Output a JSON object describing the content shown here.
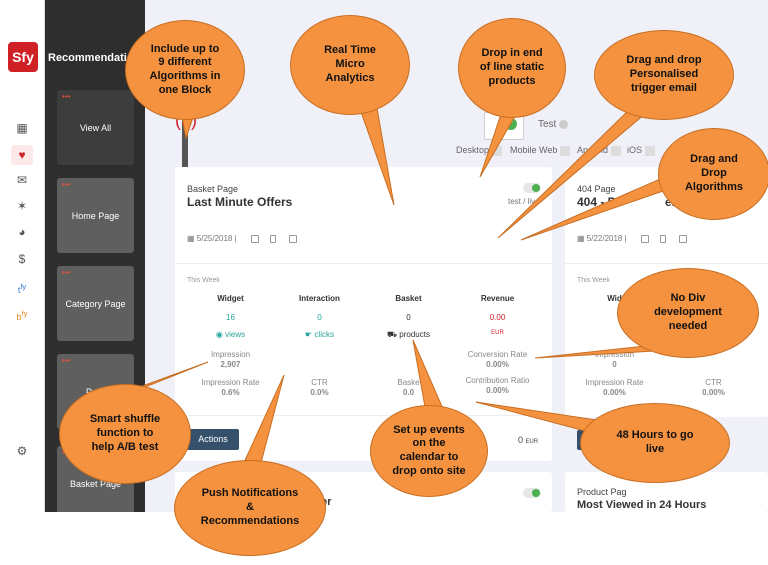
{
  "app": {
    "logo": "Sfy",
    "title": "Recommendati"
  },
  "sidebar": {
    "tiles": [
      {
        "label": "View All",
        "dots": "•••"
      },
      {
        "label": "Home Page",
        "dots": "•••"
      },
      {
        "label": "Category Page",
        "dots": "•••"
      },
      {
        "label": "Prod",
        "dots": "•••"
      },
      {
        "label": "Basket Page",
        "dots": "•••"
      }
    ],
    "rail_icons": [
      "grid-icon",
      "heart-icon",
      "mail-icon",
      "magic-icon",
      "pie-icon",
      "dollar-icon",
      "tfy-icon",
      "bfy-icon",
      "gear-icon"
    ]
  },
  "header": {
    "title_fragment": "(5)",
    "test_label": "Test",
    "filters": [
      "Desktop",
      "Mobile Web",
      "Android",
      "iOS"
    ]
  },
  "card1": {
    "page_type": "Basket Page",
    "name": "Last Minute Offers",
    "date": "5/25/2018",
    "status": "test / live",
    "this_week": "This Week",
    "columns": [
      {
        "head": "Widget",
        "value": "16",
        "link": "views",
        "metric_label": "Impression",
        "metric": "2,907",
        "rate_label": "Impression Rate",
        "rate": "0.6%"
      },
      {
        "head": "Interaction",
        "value": "0",
        "link": "clicks",
        "metric_label": "",
        "metric": "",
        "rate_label": "CTR",
        "rate": "0.0%"
      },
      {
        "head": "Basket",
        "value": "0",
        "link": "products",
        "metric_label": "",
        "metric": "",
        "rate_label": "Baske",
        "rate": "0.0"
      },
      {
        "head": "Revenue",
        "value": "0.00",
        "link": "EUR",
        "metric_label": "Conversion Rate",
        "metric": "0.00%",
        "rate_label": "Contribution Ratio",
        "rate": "0.00%"
      }
    ],
    "actions": "Actions",
    "footer_value": "0",
    "footer_unit": "EUR"
  },
  "card2": {
    "page_type": "404 Page",
    "name": "404 - P",
    "name_tail": "ers",
    "date": "5/22/2018",
    "this_week": "This Week",
    "widget_head": "Wid",
    "impression_label": "Impression",
    "impression": "0",
    "rate_label": "Impression Rate",
    "rate": "0.00%",
    "ctr_label": "CTR",
    "ctr": "0.00%"
  },
  "card3": {
    "name_fragment": "ller"
  },
  "card4": {
    "page_type": "Product Pag",
    "name": "Most Viewed in 24 Hours"
  },
  "callouts": [
    "Include up to\n9 different\nAlgorithms in\none Block",
    "Real Time\nMicro\nAnalytics",
    "Drop in end\nof line static\nproducts",
    "Drag and drop\nPersonalised\ntrigger email",
    "Drag and\nDrop\nAlgorithms",
    "No Div\ndevelopment\nneeded",
    "Smart shuffle\nfunction to\nhelp A/B test",
    "Set up events\non the\ncalendar to\ndrop onto site",
    "48 Hours to go\nlive",
    "Push Notifications\n&\nRecommendations"
  ],
  "colors": {
    "brand": "#cf2026",
    "callout": "#f4923f",
    "teal": "#26a69a",
    "sidebar": "#2e2e2e"
  }
}
